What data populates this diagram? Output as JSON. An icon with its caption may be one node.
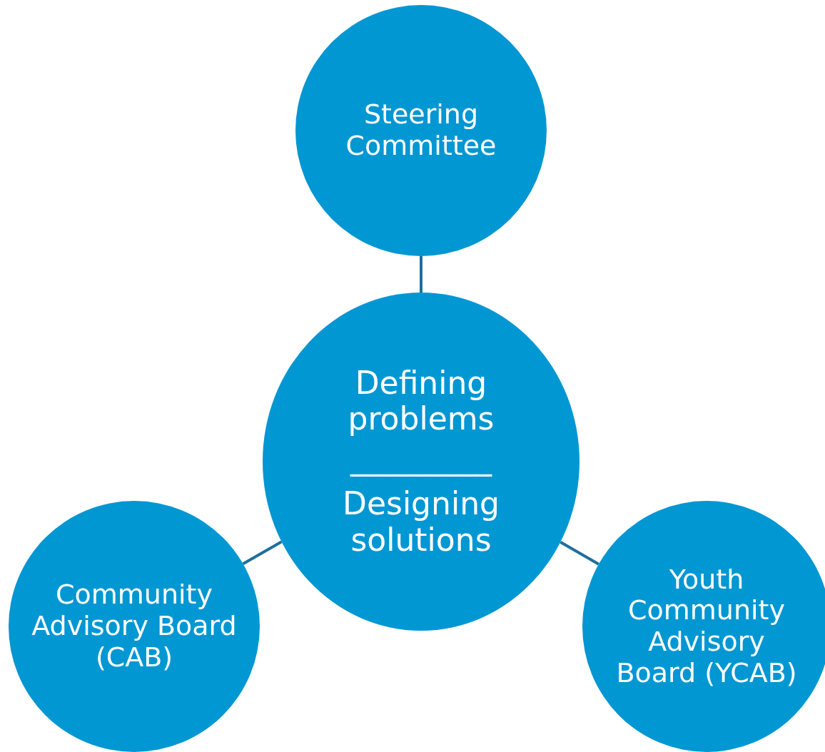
{
  "diagram": {
    "nodes": [
      {
        "text": [
          "Steering Committee"
        ]
      },
      {
        "text": [
          "Defining problems",
          "_________",
          "Designing solutions"
        ]
      },
      {
        "text": [
          "Community Advisory Board (CAB)"
        ]
      },
      {
        "text": [
          "Youth Community Advisory Board (YCAB)"
        ]
      }
    ],
    "edges": [
      {
        "from": 0,
        "to": 1,
        "arrow": "none"
      },
      {
        "from": 2,
        "to": 1,
        "arrow": "none"
      },
      {
        "from": 1,
        "to": 3,
        "arrow": "none"
      }
    ]
  }
}
